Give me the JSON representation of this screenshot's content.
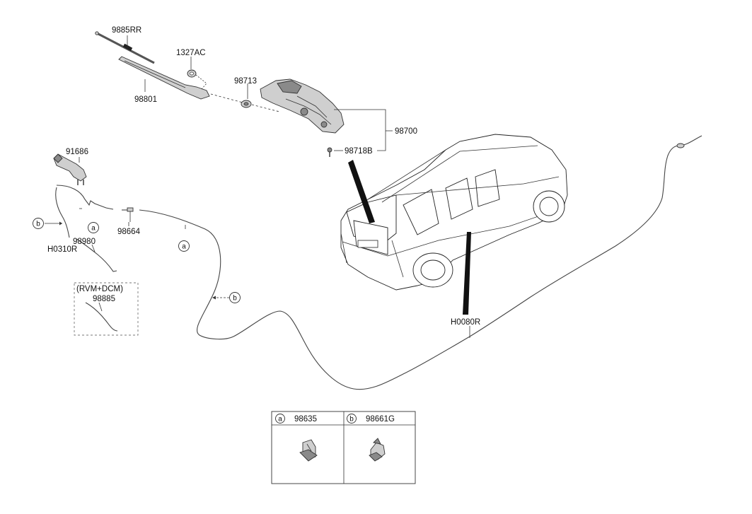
{
  "parts": {
    "p9885rr": "9885RR",
    "p1327ac": "1327AC",
    "p98801": "98801",
    "p98713": "98713",
    "p98700": "98700",
    "p98718b": "98718B",
    "p91686": "91686",
    "p98664": "98664",
    "p98980": "98980",
    "ph0310r": "H0310R",
    "ph0080r": "H0080R",
    "p98885": "98885",
    "option_note": "(RVM+DCM)"
  },
  "callouts": {
    "a": "a",
    "b": "b"
  },
  "legend": {
    "cells": [
      {
        "letter": "a",
        "part": "98635"
      },
      {
        "letter": "b",
        "part": "98661G"
      }
    ]
  }
}
